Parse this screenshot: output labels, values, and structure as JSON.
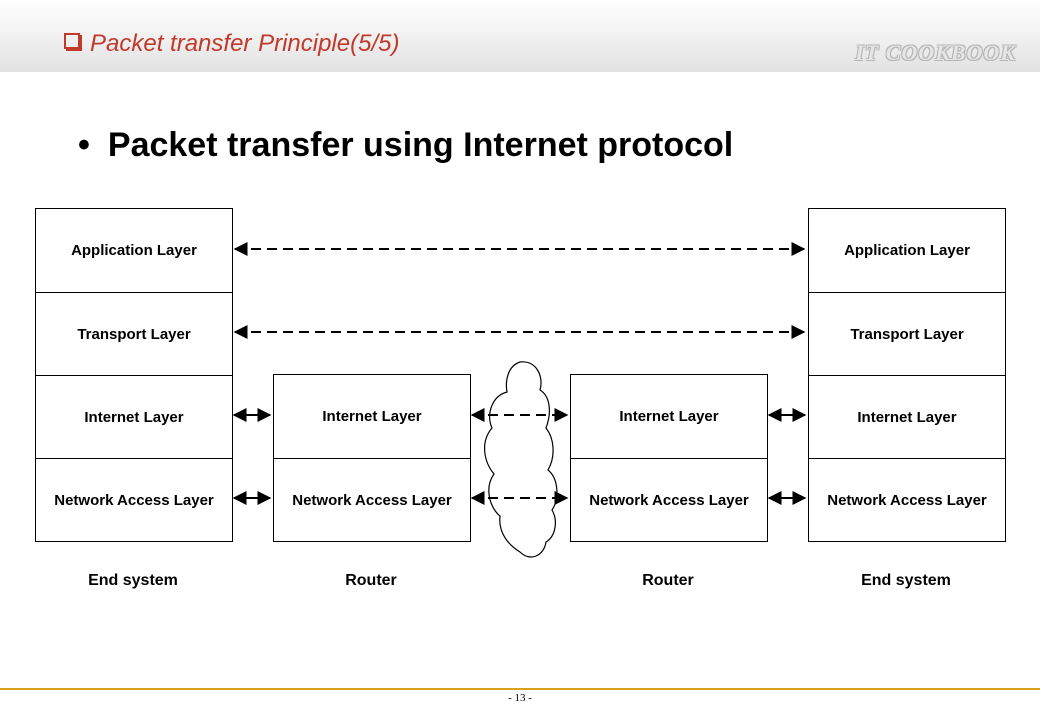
{
  "slide": {
    "section_title": "Packet transfer Principle(5/5)",
    "brand": "IT COOKBOOK",
    "bullet": "•",
    "heading": "Packet transfer using Internet protocol",
    "page_number": "- 13 -"
  },
  "stacks": [
    {
      "caption": "End system",
      "layers": [
        "Application Layer",
        "Transport Layer",
        "Internet Layer",
        "Network Access Layer"
      ]
    },
    {
      "caption": "Router",
      "layers": [
        "Internet Layer",
        "Network Access Layer"
      ]
    },
    {
      "caption": "Router",
      "layers": [
        "Internet Layer",
        "Network Access Layer"
      ]
    },
    {
      "caption": "End system",
      "layers": [
        "Application Layer",
        "Transport Layer",
        "Internet Layer",
        "Network Access Layer"
      ]
    }
  ],
  "colors": {
    "accent": "#c0392b",
    "footer_rule": "#d9a21c"
  }
}
